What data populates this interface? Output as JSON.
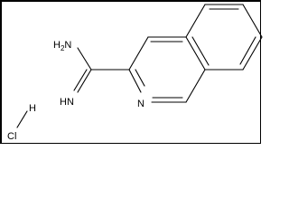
{
  "molecule": {
    "atom_labels": {
      "amine": "H2N",
      "amine_h": "H",
      "amine_subscript": "2",
      "amine_n": "N",
      "imine": "HN",
      "ring_nitrogen": "N",
      "hydrogen": "H",
      "chlorine": "Cl"
    },
    "bond_color": "#000000",
    "background_color": "#ffffff"
  }
}
